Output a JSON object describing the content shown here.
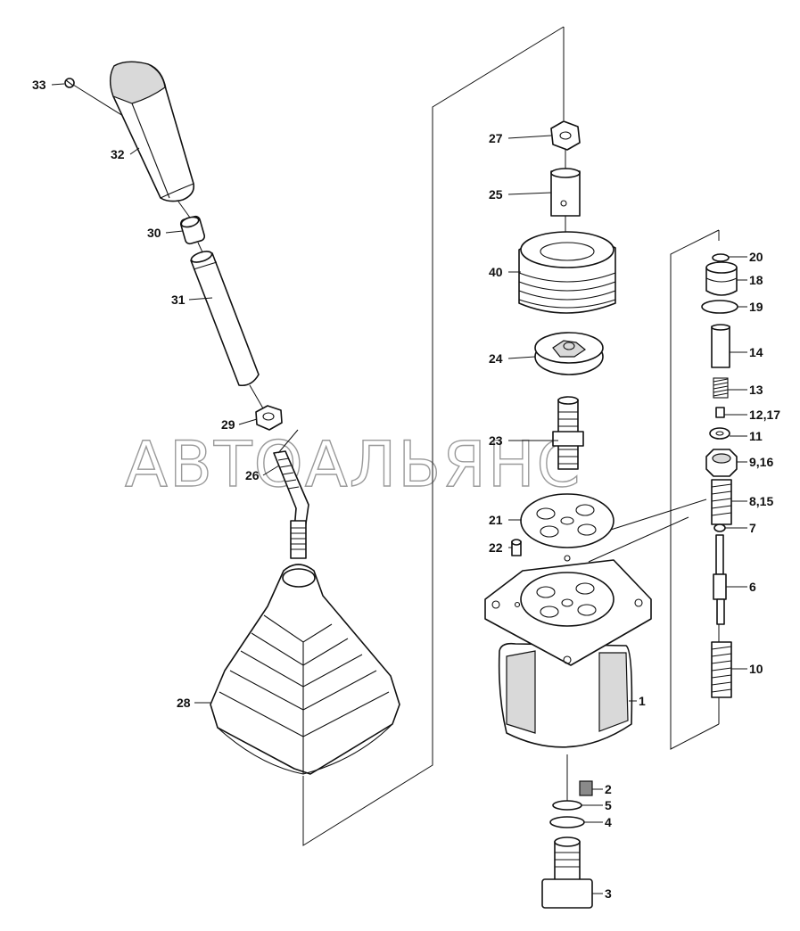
{
  "watermark": "АВТОАЛЬЯНС",
  "callouts": [
    {
      "id": "33",
      "text": "33"
    },
    {
      "id": "32",
      "text": "32"
    },
    {
      "id": "30",
      "text": "30"
    },
    {
      "id": "31",
      "text": "31"
    },
    {
      "id": "29",
      "text": "29"
    },
    {
      "id": "26",
      "text": "26"
    },
    {
      "id": "28",
      "text": "28"
    },
    {
      "id": "27",
      "text": "27"
    },
    {
      "id": "25",
      "text": "25"
    },
    {
      "id": "40",
      "text": "40"
    },
    {
      "id": "24",
      "text": "24"
    },
    {
      "id": "23",
      "text": "23"
    },
    {
      "id": "21",
      "text": "21"
    },
    {
      "id": "22",
      "text": "22"
    },
    {
      "id": "1",
      "text": "1"
    },
    {
      "id": "2",
      "text": "2"
    },
    {
      "id": "5",
      "text": "5"
    },
    {
      "id": "4",
      "text": "4"
    },
    {
      "id": "3",
      "text": "3"
    },
    {
      "id": "20",
      "text": "20"
    },
    {
      "id": "18",
      "text": "18"
    },
    {
      "id": "19",
      "text": "19"
    },
    {
      "id": "14",
      "text": "14"
    },
    {
      "id": "13",
      "text": "13"
    },
    {
      "id": "12_17",
      "text": "12,17"
    },
    {
      "id": "11",
      "text": "11"
    },
    {
      "id": "9_16",
      "text": "9,16"
    },
    {
      "id": "8_15",
      "text": "8,15"
    },
    {
      "id": "7",
      "text": "7"
    },
    {
      "id": "6",
      "text": "6"
    },
    {
      "id": "10",
      "text": "10"
    }
  ]
}
